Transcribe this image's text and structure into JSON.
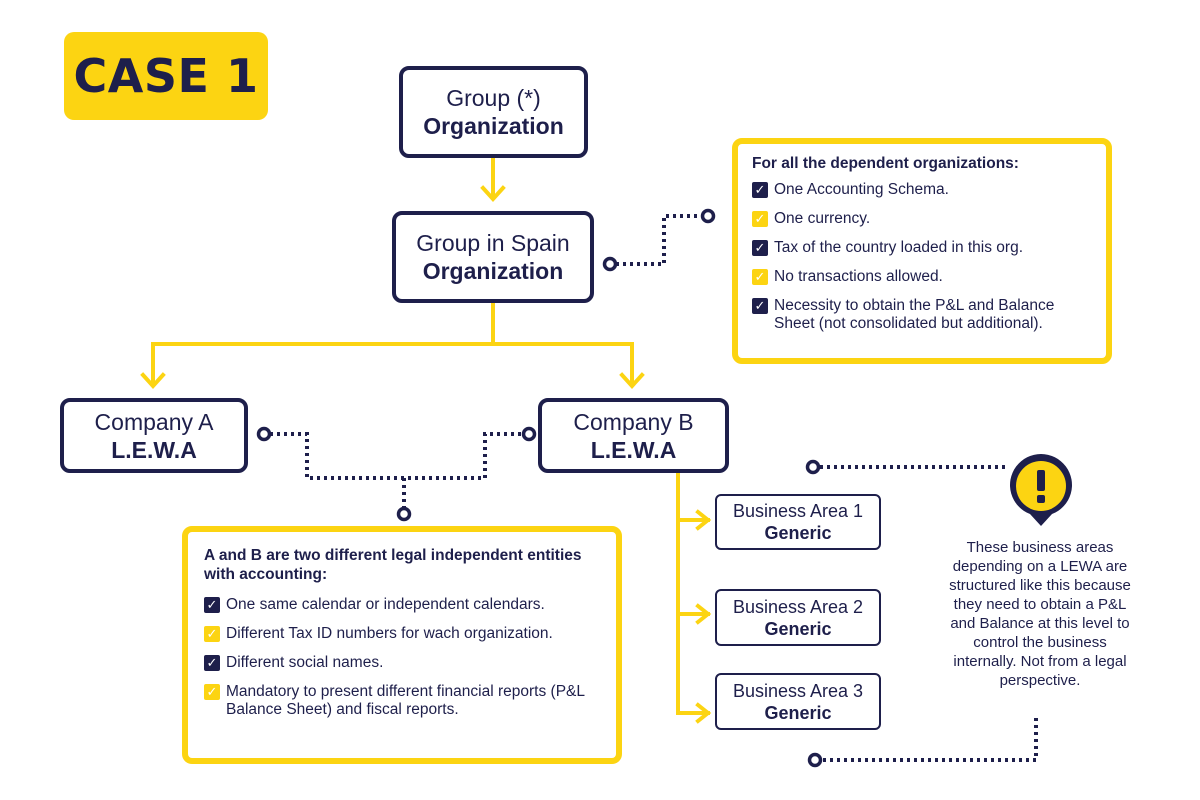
{
  "badge": "CASE 1",
  "nodes": {
    "group": {
      "line1": "Group (*)",
      "line2": "Organization"
    },
    "spain": {
      "line1": "Group in Spain",
      "line2": "Organization"
    },
    "company_a": {
      "line1": "Company A",
      "line2": "L.E.W.A"
    },
    "company_b": {
      "line1": "Company B",
      "line2": "L.E.W.A"
    },
    "ba1": {
      "line1": "Business Area 1",
      "line2": "Generic"
    },
    "ba2": {
      "line1": "Business Area 2",
      "line2": "Generic"
    },
    "ba3": {
      "line1": "Business Area 3",
      "line2": "Generic"
    }
  },
  "dependent_box": {
    "heading": "For all the dependent organizations:",
    "items": [
      {
        "text": "One Accounting Schema.",
        "color": "navy"
      },
      {
        "text": "One currency.",
        "color": "yellow"
      },
      {
        "text": "Tax of the country loaded in this org.",
        "color": "navy"
      },
      {
        "text": "No transactions allowed.",
        "color": "yellow"
      },
      {
        "text": "Necessity to obtain the P&L and Balance Sheet (not consolidated but additional).",
        "color": "navy"
      }
    ]
  },
  "entities_box": {
    "heading": "A and B are two different legal independent entities with accounting:",
    "items": [
      {
        "text": "One same calendar or independent calendars.",
        "color": "navy"
      },
      {
        "text": "Different Tax ID numbers for wach organization.",
        "color": "yellow"
      },
      {
        "text": "Different social names.",
        "color": "navy"
      },
      {
        "text": "Mandatory to present different financial reports (P&L Balance Sheet) and fiscal reports.",
        "color": "yellow"
      }
    ]
  },
  "note": "These business areas depending on a LEWA are structured like this because they need to obtain a P&L and Balance at this level to control the business internally. Not from a legal perspective.",
  "colors": {
    "navy": "#1e1f4b",
    "yellow": "#fcd412"
  },
  "icons": {
    "check": "checkmark-icon",
    "alert": "exclamation-pin-icon"
  }
}
